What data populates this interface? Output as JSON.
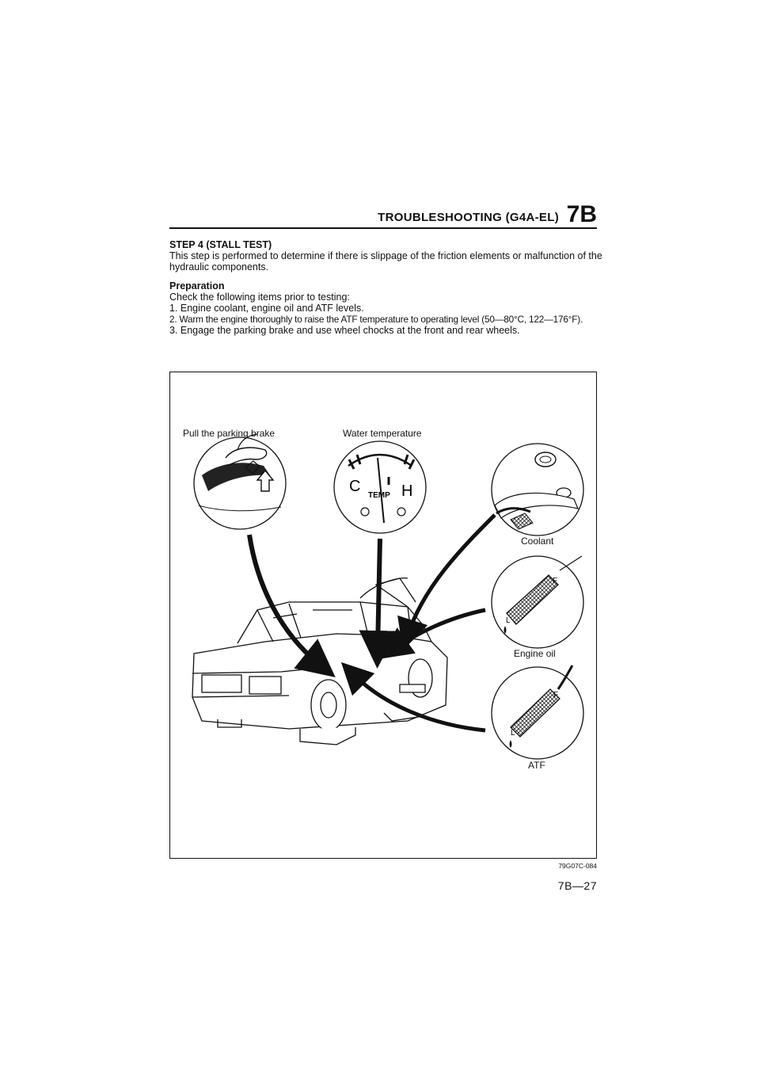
{
  "header": {
    "title": "TROUBLESHOOTING (G4A-EL)",
    "chapter": "7B"
  },
  "section": {
    "title": "STEP 4 (STALL TEST)",
    "intro": "This step is performed to determine if there is slippage of the friction elements or malfunction of the hydraulic components."
  },
  "preparation": {
    "title": "Preparation",
    "lead": "Check the following items prior to testing:",
    "items": [
      "1. Engine coolant, engine oil and ATF levels.",
      "2. Warm the engine thoroughly to raise the ATF temperature to operating level (50—80°C, 122—176°F).",
      "3. Engage the parking brake and use wheel chocks at the front and rear wheels."
    ]
  },
  "figure": {
    "labels": {
      "parking_brake": "Pull the parking brake",
      "water_temp": "Water temperature",
      "coolant": "Coolant",
      "engine_oil": "Engine oil",
      "atf": "ATF"
    },
    "gauge": {
      "cold": "C",
      "hot": "H",
      "temp": "TEMP"
    },
    "dipstick_marks": {
      "full": "F",
      "low": "L"
    },
    "code": "79G07C-084"
  },
  "footer": {
    "page": "7B—27"
  }
}
